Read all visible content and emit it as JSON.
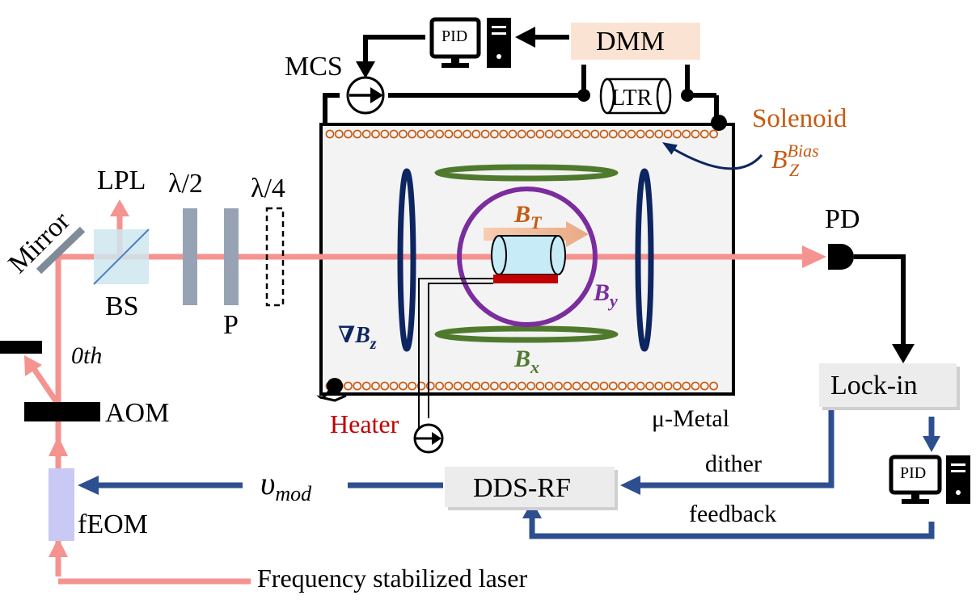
{
  "labels": {
    "mcs": "MCS",
    "pid_top": "PID",
    "dmm": "DMM",
    "ltr": "LTR",
    "solenoid": "Solenoid",
    "bias_field_base": "B",
    "bias_field_sup": "Bias",
    "bias_field_sub": "Z",
    "lpl": "LPL",
    "half_wave": "λ/2",
    "quarter_wave": "λ/4",
    "mirror": "Mirror",
    "bs": "BS",
    "polarizer": "P",
    "zeroth": "0th",
    "aom": "AOM",
    "bt_base": "B",
    "bt_sub": "T",
    "by_base": "B",
    "by_sub": "y",
    "bx_base": "B",
    "bx_sub": "x",
    "grad_bz_base": "∇B",
    "grad_bz_sub": "z",
    "heater": "Heater",
    "mu_metal": "μ-Metal",
    "pd": "PD",
    "lockin": "Lock-in",
    "dither": "dither",
    "pid_bottom": "PID",
    "vmod_base": "υ",
    "vmod_sub": "mod",
    "dds_rf": "DDS-RF",
    "feedback": "feedback",
    "feom": "fEOM",
    "laser": "Frequency stabilized laser"
  },
  "colors": {
    "laser_beam": "#f4938f",
    "feedback_line": "#2e4f8f",
    "coil_navy": "#0d2560",
    "coil_green": "#4f7a2e",
    "coil_purple": "#7b2d9e",
    "bt_orange": "#c55a11",
    "heater_red": "#c00000",
    "solenoid_orange": "#c55a11",
    "dmm_fill": "#fbe3d3",
    "feom_fill": "#c9c9f5",
    "waveplate": "#97a3b5",
    "bs_fill": "#cfe6f0",
    "cell_fill": "#c8ecf7",
    "box_fill": "#f3f3f3"
  }
}
